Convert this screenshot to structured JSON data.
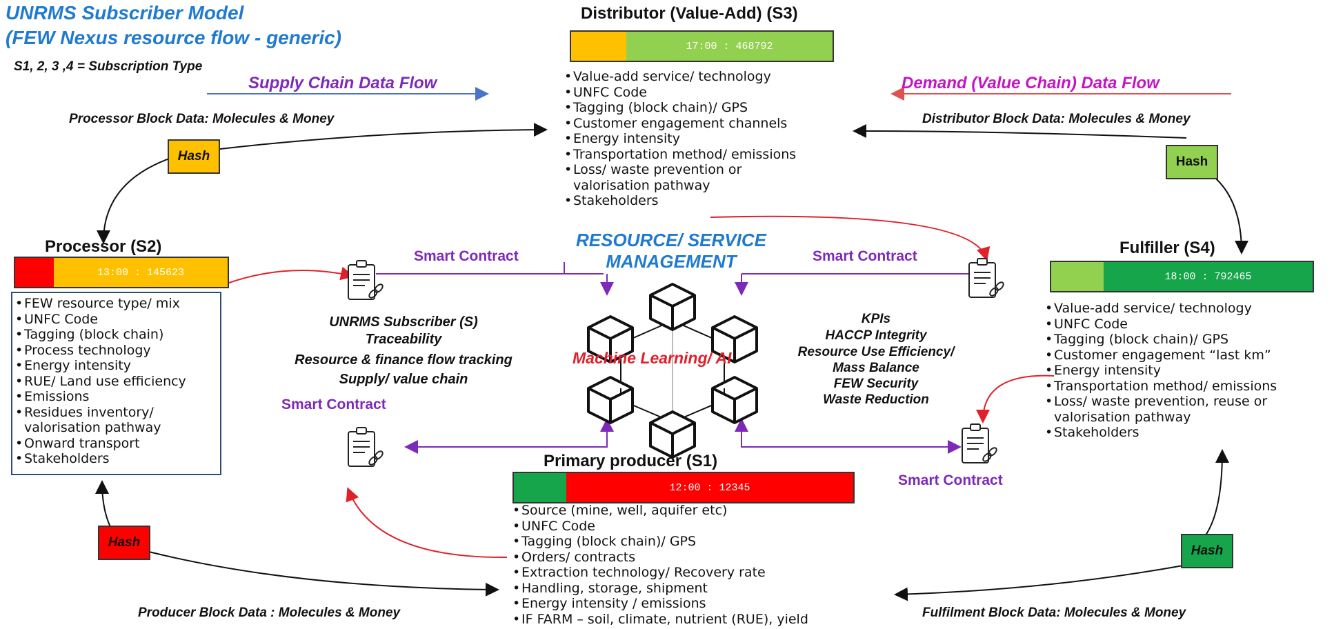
{
  "title_line1": "UNRMS Subscriber Model",
  "title_line2": "(FEW Nexus resource flow - generic)",
  "legend": "S1, 2, 3 ,4 = Subscription Type",
  "supply_flow": "Supply Chain Data Flow",
  "demand_flow": "Demand (Value Chain) Data Flow",
  "colors": {
    "green": "#16a54a",
    "light_green": "#92d050",
    "red": "#ff0000",
    "amber": "#ffc000",
    "purple": "#7d2ab8",
    "blue": "#1f7ad0"
  },
  "distributor": {
    "header": "Distributor (Value-Add) (S3)",
    "bar_value": "17:00 : 468792",
    "items": [
      "Value-add service/ technology",
      "UNFC Code",
      "Tagging (block chain)/ GPS",
      "Customer engagement channels",
      "Energy intensity",
      "Transportation method/ emissions",
      "Loss/ waste prevention or",
      "valorisation pathway",
      "Stakeholders"
    ]
  },
  "processor": {
    "header": "Processor (S2)",
    "bar_value": "13:00 : 145623",
    "items": [
      "FEW resource type/ mix",
      "UNFC Code",
      "Tagging (block chain)",
      "Process technology",
      "Energy intensity",
      "RUE/ Land use efficiency",
      "Emissions",
      "Residues inventory/",
      "valorisation pathway",
      "Onward transport",
      "Stakeholders"
    ]
  },
  "fulfiller": {
    "header": "Fulfiller (S4)",
    "bar_value": "18:00 : 792465",
    "items": [
      "Value-add service/ technology",
      "UNFC Code",
      "Tagging (block chain)/ GPS",
      "Customer engagement “last km”",
      "Energy intensity",
      "Transportation method/ emissions",
      "Loss/ waste prevention, reuse or",
      "valorisation pathway",
      "Stakeholders"
    ]
  },
  "producer": {
    "header": "Primary producer (S1)",
    "bar_value": "12:00 : 12345",
    "items": [
      "Source (mine, well, aquifer etc)",
      "UNFC Code",
      "Tagging (block chain)/ GPS",
      "Orders/ contracts",
      "Extraction technology/ Recovery rate",
      "Handling, storage, shipment",
      "Energy intensity / emissions",
      "IF FARM – soil, climate, nutrient (RUE), yield"
    ]
  },
  "block_data": {
    "processor": "Processor Block Data: Molecules & Money",
    "distributor": "Distributor Block Data: Molecules & Money",
    "producer": "Producer Block Data : Molecules & Money",
    "fulfilment": "Fulfilment Block Data: Molecules & Money"
  },
  "hash": {
    "processor": "Hash",
    "distributor": "Hash",
    "producer": "Hash",
    "fulfilment": "Hash"
  },
  "smart_contract": "Smart Contract",
  "center": {
    "title_line1": "RESOURCE/ SERVICE",
    "title_line2": "MANAGEMENT",
    "ml": "Machine Learning/ AI"
  },
  "subscriber": {
    "title": "UNRMS Subscriber (S)",
    "lines": [
      "Traceability",
      "Resource & finance flow tracking",
      "Supply/ value chain"
    ]
  },
  "kpis": {
    "title": "KPIs",
    "lines": [
      "HACCP Integrity",
      "Resource Use Efficiency/",
      "Mass Balance",
      "FEW Security",
      "Waste Reduction"
    ]
  }
}
